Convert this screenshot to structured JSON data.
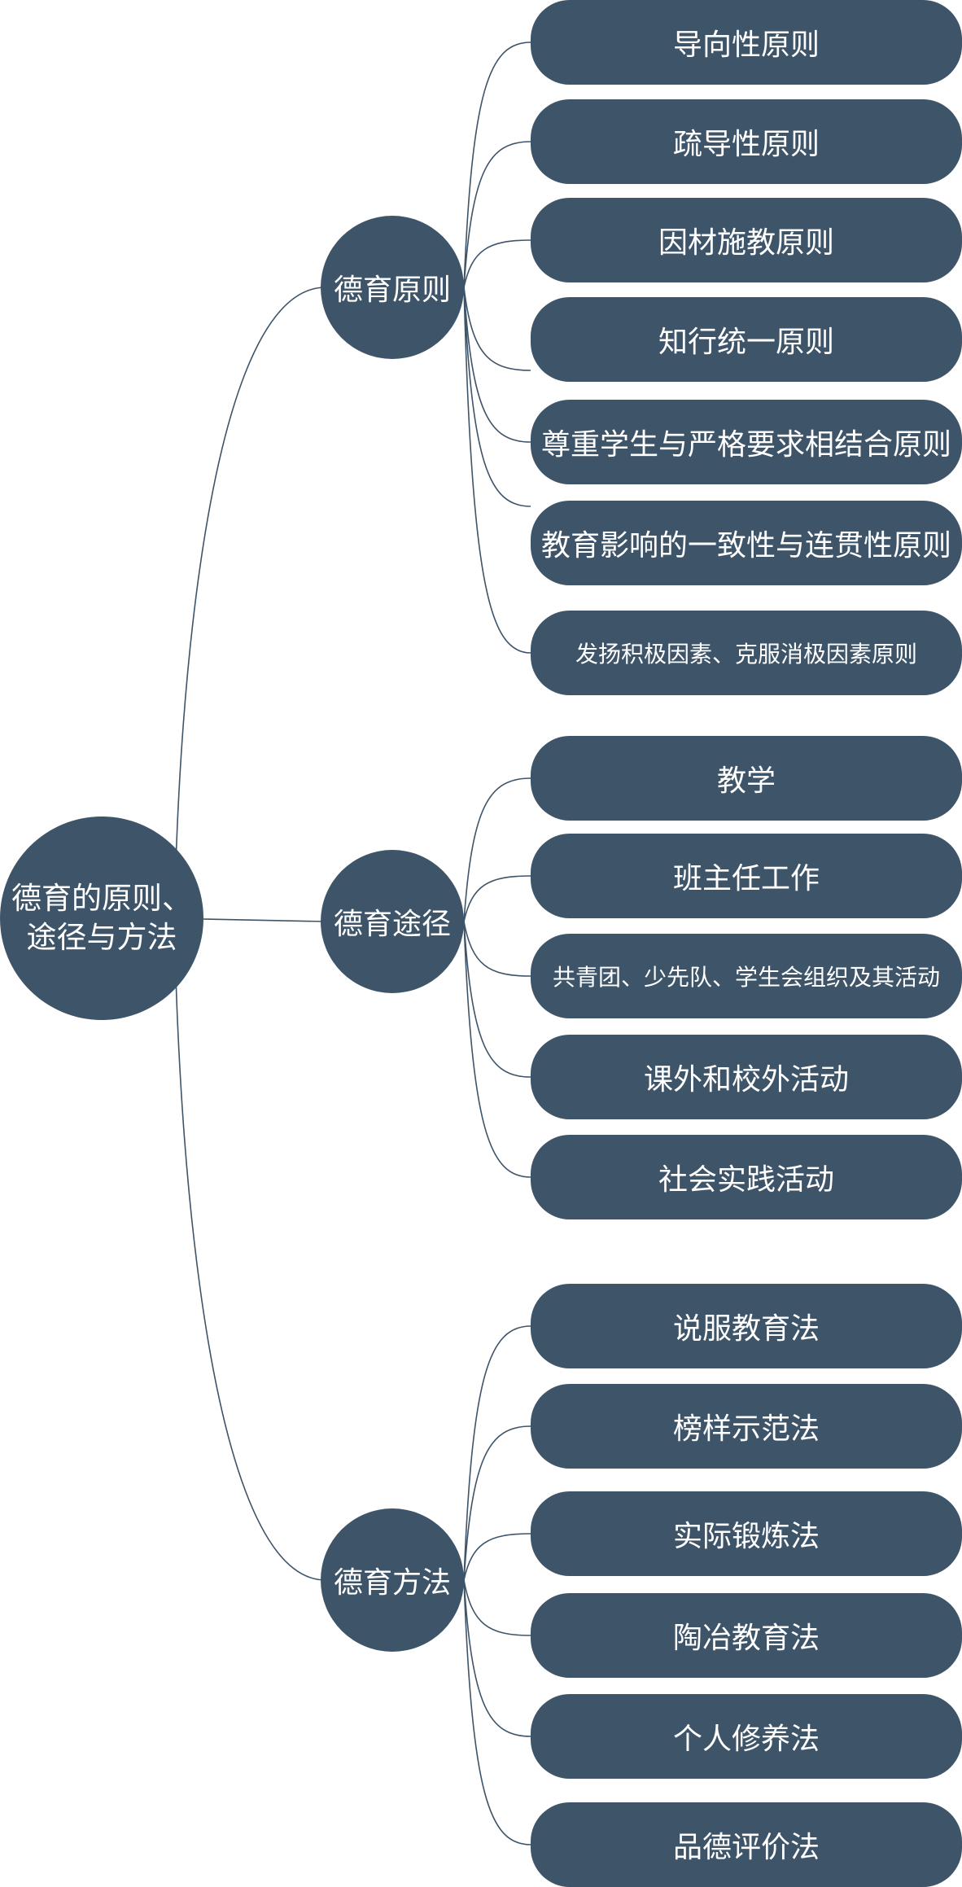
{
  "root": {
    "label_line1": "德育的原则、",
    "label_line2": "途径与方法"
  },
  "branches": [
    {
      "label": "德育原则",
      "items": [
        "导向性原则",
        "疏导性原则",
        "因材施教原则",
        "知行统一原则",
        "尊重学生与严格要求相结合原则",
        "教育影响的一致性与连贯性原则",
        "发扬积极因素、克服消极因素原则"
      ]
    },
    {
      "label": "德育途径",
      "items": [
        "教学",
        "班主任工作",
        "共青团、少先队、学生会组织及其活动",
        "课外和校外活动",
        "社会实践活动"
      ]
    },
    {
      "label": "德育方法",
      "items": [
        "说服教育法",
        "榜样示范法",
        "实际锻炼法",
        "陶冶教育法",
        "个人修养法",
        "品德评价法"
      ]
    }
  ],
  "colors": {
    "node_fill": "#3e5469",
    "node_text": "#ffffff",
    "connector": "#3e5469"
  }
}
